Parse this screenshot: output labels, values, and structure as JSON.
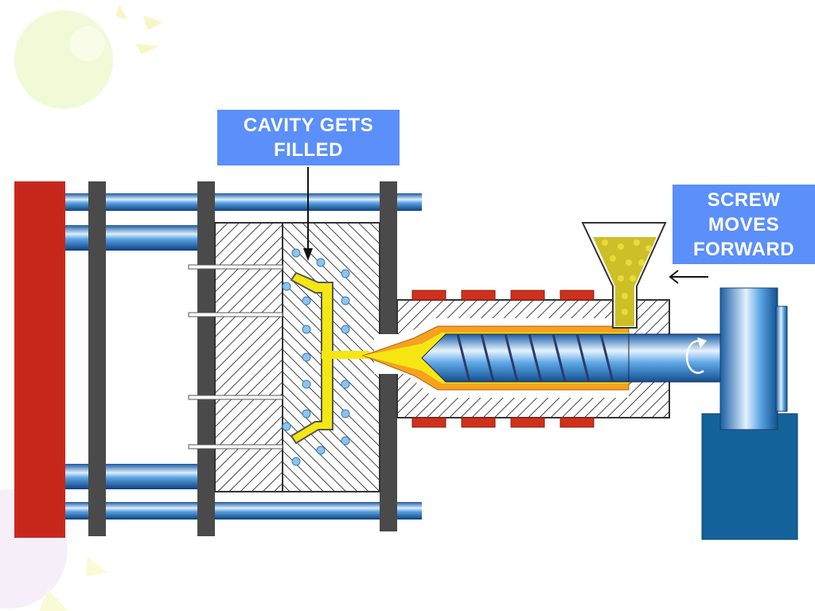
{
  "callouts": {
    "cavity_line1": "CAVITY GETS",
    "cavity_line2": "FILLED",
    "screw_line1": "SCREW",
    "screw_line2": "MOVES",
    "screw_line3": "FORWARD"
  },
  "colors": {
    "callout_bg": "#5b8ff9",
    "platen_red": "#c8281c",
    "frame_dark": "#4a4a4a",
    "melt_yellow": "#f5e614",
    "heater_red": "#d0301c",
    "motor_blue": "#0e5f96",
    "base_blue": "#14629a"
  },
  "icons": {
    "rotation": "rotation-arrow-icon",
    "direction": "left-arrow-icon"
  }
}
